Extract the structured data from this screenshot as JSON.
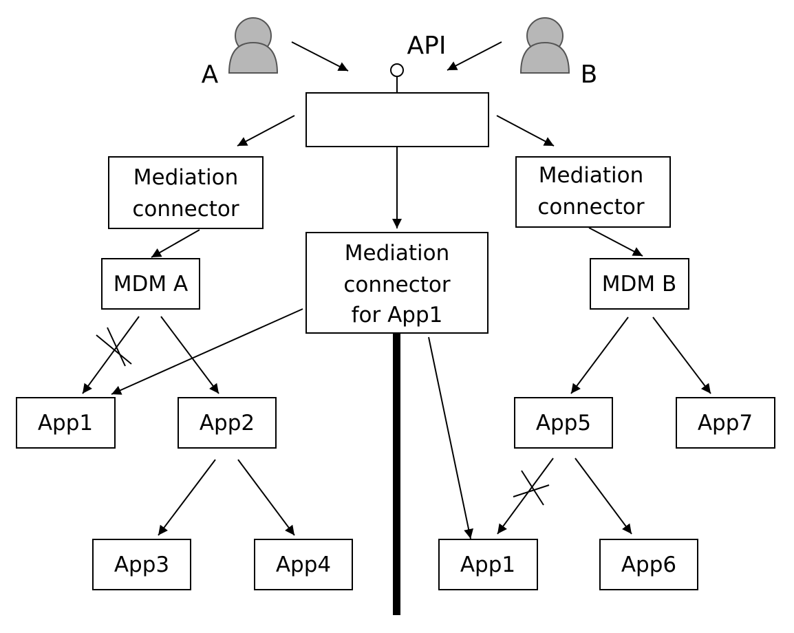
{
  "users": {
    "a": "A",
    "b": "B"
  },
  "api": "API",
  "hub": "",
  "med_left": [
    "Mediation",
    "connector"
  ],
  "med_right": [
    "Mediation",
    "connector"
  ],
  "med_center": [
    "Mediation",
    "connector",
    "for App1"
  ],
  "mdm_a": "MDM A",
  "mdm_b": "MDM B",
  "apps_a": {
    "app1": "App1",
    "app2": "App2",
    "app3": "App3",
    "app4": "App4"
  },
  "apps_b": {
    "app5": "App5",
    "app7": "App7",
    "app1": "App1",
    "app6": "App6"
  }
}
